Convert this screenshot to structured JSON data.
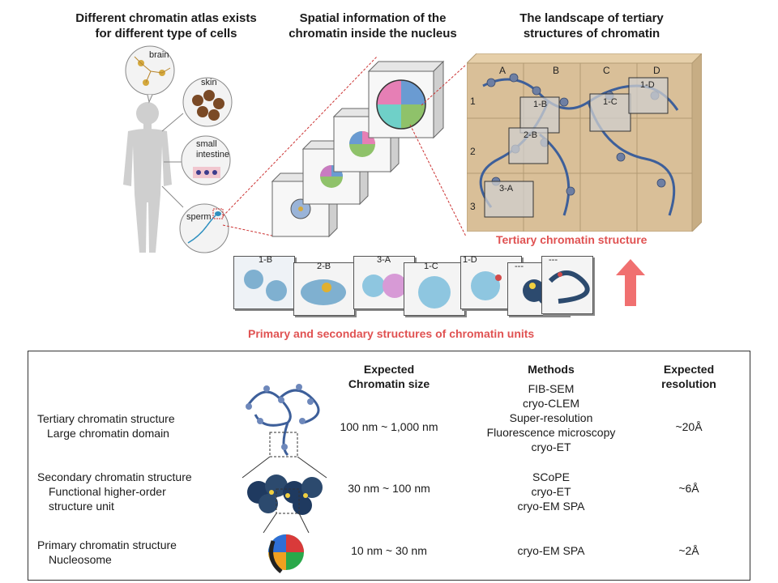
{
  "headers": {
    "col1": [
      "Different chromatin atlas exists",
      "for different type of cells"
    ],
    "col2": [
      "Spatial information of the",
      "chromatin inside the nucleus"
    ],
    "col3": [
      "The landscape of tertiary",
      "structures of chromatin"
    ]
  },
  "cell_types": {
    "brain": "brain",
    "skin": "skin",
    "small_intestine": [
      "small",
      "intestine"
    ],
    "sperm": "sperm"
  },
  "landscape": {
    "columns": [
      "A",
      "B",
      "C",
      "D"
    ],
    "rows": [
      "1",
      "2",
      "3"
    ],
    "boxes": [
      "1-B",
      "2-B",
      "1-C",
      "1-D",
      "3-A"
    ],
    "caption": "Tertiary chromatin structure"
  },
  "units": {
    "cards": [
      "1-B",
      "2-B",
      "3-A",
      "1-C",
      "1-D",
      "---",
      "---"
    ],
    "caption": "Primary and secondary structures of chromatin units"
  },
  "table": {
    "col_size": [
      "Expected",
      "Chromatin size"
    ],
    "col_methods": "Methods",
    "col_resolution": [
      "Expected",
      "resolution"
    ],
    "rows": [
      {
        "name": [
          "Tertiary chromatin structure",
          "Large chromatin domain"
        ],
        "size": "100 nm ~ 1,000 nm",
        "methods": [
          "FIB-SEM",
          "cryo-CLEM",
          "Super-resolution",
          "Fluorescence microscopy",
          "cryo-ET"
        ],
        "resolution": "~20Å"
      },
      {
        "name": [
          "Secondary chromatin structure",
          "Functional higher-order",
          "structure unit"
        ],
        "size": "30 nm ~ 100 nm",
        "methods": [
          "SCoPE",
          "cryo-ET",
          "cryo-EM SPA"
        ],
        "resolution": "~6Å"
      },
      {
        "name": [
          "Primary chromatin structure",
          "Nucleosome"
        ],
        "size": "10 nm ~ 30 nm",
        "methods": [
          "cryo-EM SPA"
        ],
        "resolution": "~2Å"
      }
    ]
  },
  "colors": {
    "accent_red": "#e05252",
    "landscape_bg": "#d9bf98",
    "chromatin_blue": "#3d5f9a"
  }
}
